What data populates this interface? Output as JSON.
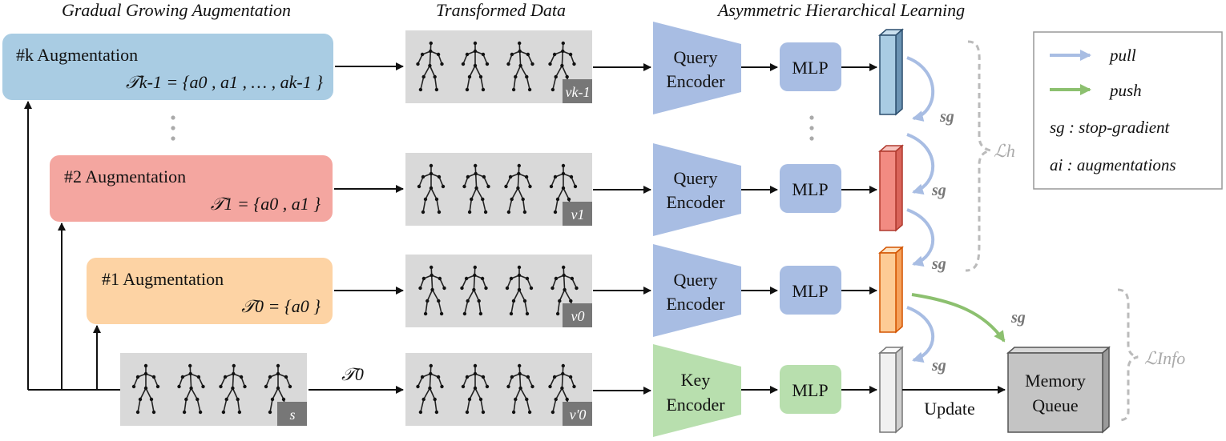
{
  "headers": {
    "left": "Gradual Growing Augmentation",
    "middle": "Transformed Data",
    "right": "Asymmetric Hierarchical Learning"
  },
  "augmentations": [
    {
      "title": "#k Augmentation",
      "formula": "𝒯k-1 = {a0 , a1 , … , ak-1 }",
      "color": "#a9cce3"
    },
    {
      "title": "#2 Augmentation",
      "formula": "𝒯1 = {a0 , a1 }",
      "color": "#f4a6a0"
    },
    {
      "title": "#1 Augmentation",
      "formula": "𝒯0 = {a0 }",
      "color": "#fdd3a4"
    }
  ],
  "views": [
    {
      "badge": "vk-1"
    },
    {
      "badge": "v1"
    },
    {
      "badge": "v0"
    },
    {
      "badge": "v'0"
    }
  ],
  "source": {
    "badge": "s",
    "transform_label": "𝒯0"
  },
  "encoders": {
    "query_line1": "Query",
    "query_line2": "Encoder",
    "key_line1": "Key",
    "key_line2": "Encoder",
    "query_color": "#a8bde3",
    "key_color": "#b8dfae"
  },
  "mlp_label": "MLP",
  "sg_label": "sg",
  "update_label": "Update",
  "memory": {
    "line1": "Memory",
    "line2": "Queue"
  },
  "losses": {
    "hier": "ℒh",
    "info": "ℒInfo"
  },
  "legend": {
    "pull": "pull",
    "push": "push",
    "sg_key": "sg",
    "sg_desc": " : stop-gradient",
    "a_key": "ai",
    "a_desc": " : augmentations",
    "pull_color": "#a8bde3",
    "push_color": "#8cc06f"
  },
  "feature_colors": [
    "#a9cce3",
    "#f4a6a0",
    "#fdd3a4",
    "#f0f0f0"
  ]
}
